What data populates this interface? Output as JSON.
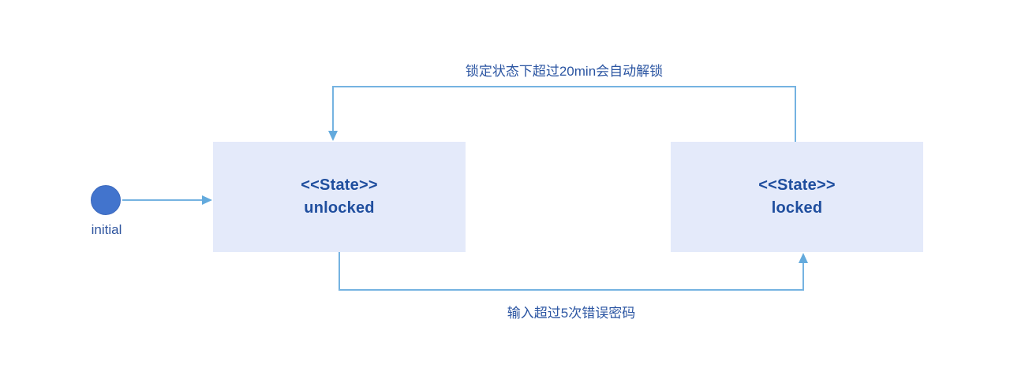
{
  "diagram": {
    "type": "state-diagram",
    "colors": {
      "background": "#ffffff",
      "state_fill": "#e4eafa",
      "state_text": "#1f4e9e",
      "edge_stroke": "#75b3e1",
      "edge_label_text": "#2b55a2",
      "initial_node_fill": "#4274cd"
    },
    "initial_node": {
      "label": "initial"
    },
    "states": {
      "unlocked": {
        "stereotype": "<<State>>",
        "name": "unlocked"
      },
      "locked": {
        "stereotype": "<<State>>",
        "name": "locked"
      }
    },
    "transitions": {
      "initial_to_unlocked": {
        "from": "initial",
        "to": "unlocked",
        "label": ""
      },
      "locked_to_unlocked": {
        "from": "locked",
        "to": "unlocked",
        "label": "锁定状态下超过20min会自动解锁"
      },
      "unlocked_to_locked": {
        "from": "unlocked",
        "to": "locked",
        "label": "输入超过5次错误密码"
      }
    }
  }
}
